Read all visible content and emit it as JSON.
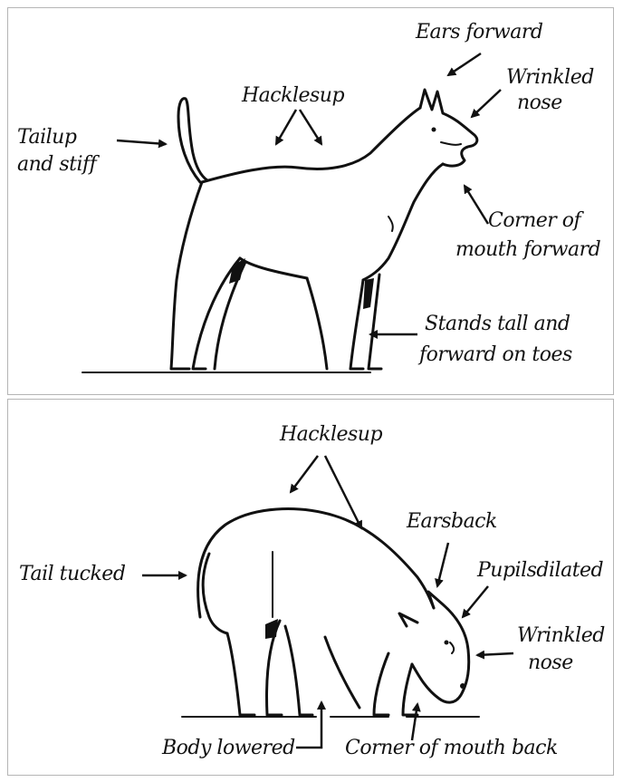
{
  "colors": {
    "ink": "#111111",
    "panel_border": "#b5b5b5",
    "background": "#ffffff"
  },
  "aggressive": {
    "labels": {
      "ears": "Ears forward",
      "nose_1": "Wrinkled",
      "nose_2": "nose",
      "hackles": "Hacklesup",
      "tail_1": "Tailup",
      "tail_2": "and stiff",
      "mouth_1": "Corner of",
      "mouth_2": "mouth forward",
      "stance_1": "Stands tall and",
      "stance_2": "forward on toes"
    }
  },
  "fearful": {
    "labels": {
      "hackles": "Hacklesup",
      "ears": "Earsback",
      "pupils": "Pupilsdilated",
      "tail": "Tail tucked",
      "nose_1": "Wrinkled",
      "nose_2": "nose",
      "body": "Body lowered",
      "mouth": "Corner of mouth back"
    }
  }
}
